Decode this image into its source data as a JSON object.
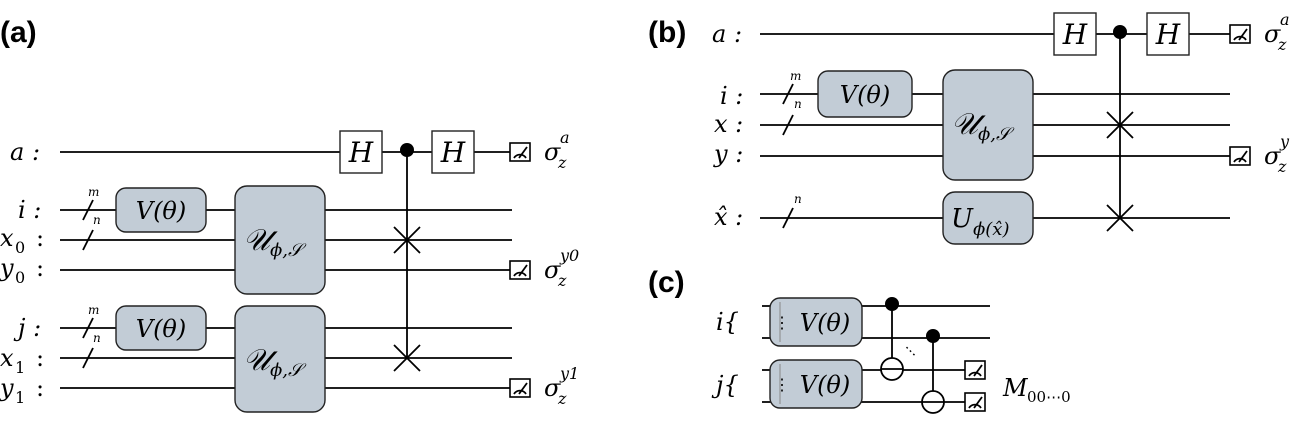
{
  "panels": {
    "a": {
      "label": "(a)",
      "wires": {
        "a": "a :",
        "i": "i :",
        "x0": "x",
        "x0_sub": "0",
        "x0_colon": ":",
        "y0": "y",
        "y0_sub": "0",
        "y0_colon": ":",
        "j": "j :",
        "x1": "x",
        "x1_sub": "1",
        "x1_colon": ":",
        "y1": "y",
        "y1_sub": "1",
        "y1_colon": ":"
      },
      "bus_m": "m",
      "bus_n": "n",
      "gate_v": "V(θ)",
      "gate_u_main": "𝒰",
      "gate_u_sub": "ϕ,𝒮",
      "gate_h": "H",
      "meas": [
        {
          "sym": "σ",
          "sub": "z",
          "sup": "a"
        },
        {
          "sym": "σ",
          "sub": "z",
          "sup": "y0"
        },
        {
          "sym": "σ",
          "sub": "z",
          "sup": "y1"
        }
      ]
    },
    "b": {
      "label": "(b)",
      "wires": {
        "a": "a :",
        "i": "i :",
        "x": "x :",
        "y": "y :",
        "xhat": "x̂ :"
      },
      "bus_m": "m",
      "bus_n": "n",
      "gate_v": "V(θ)",
      "gate_u_main": "𝒰",
      "gate_u_sub": "ϕ,𝒮",
      "gate_phi_main": "U",
      "gate_phi_sub": "ϕ(x̂)",
      "gate_h": "H",
      "meas": [
        {
          "sym": "σ",
          "sub": "z",
          "sup": "a"
        },
        {
          "sym": "σ",
          "sub": "z",
          "sup": "y"
        }
      ]
    },
    "c": {
      "label": "(c)",
      "reg_i": "i{",
      "reg_j": "j{",
      "gate_v": "V(θ)",
      "dots": "⋮",
      "result_main": "M",
      "result_sub": "00⋯0"
    }
  }
}
